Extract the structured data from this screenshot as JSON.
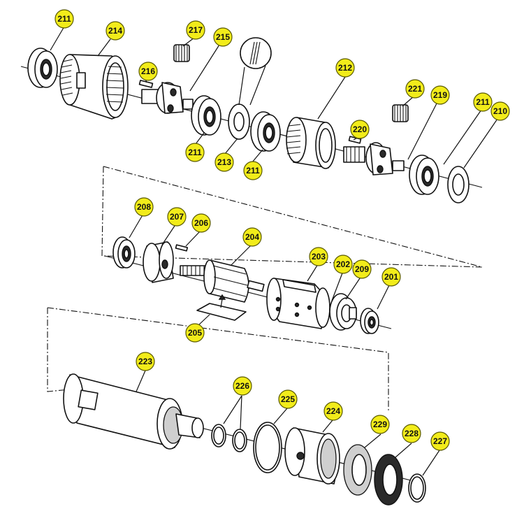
{
  "diagram": {
    "type": "exploded-parts-view",
    "callout_color": "#f2ec1a",
    "callouts": {
      "c211a": "211",
      "c214": "214",
      "c217": "217",
      "c215": "215",
      "c216": "216",
      "c212": "212",
      "c221": "221",
      "c219": "219",
      "c211b": "211",
      "c210": "210",
      "c211c": "211",
      "c213": "213",
      "c211d": "211",
      "c220": "220",
      "c208": "208",
      "c207": "207",
      "c206": "206",
      "c204": "204",
      "c203": "203",
      "c202": "202",
      "c209": "209",
      "c201": "201",
      "c205": "205",
      "c223": "223",
      "c226": "226",
      "c225": "225",
      "c224": "224",
      "c229": "229",
      "c228": "228",
      "c227": "227"
    }
  }
}
